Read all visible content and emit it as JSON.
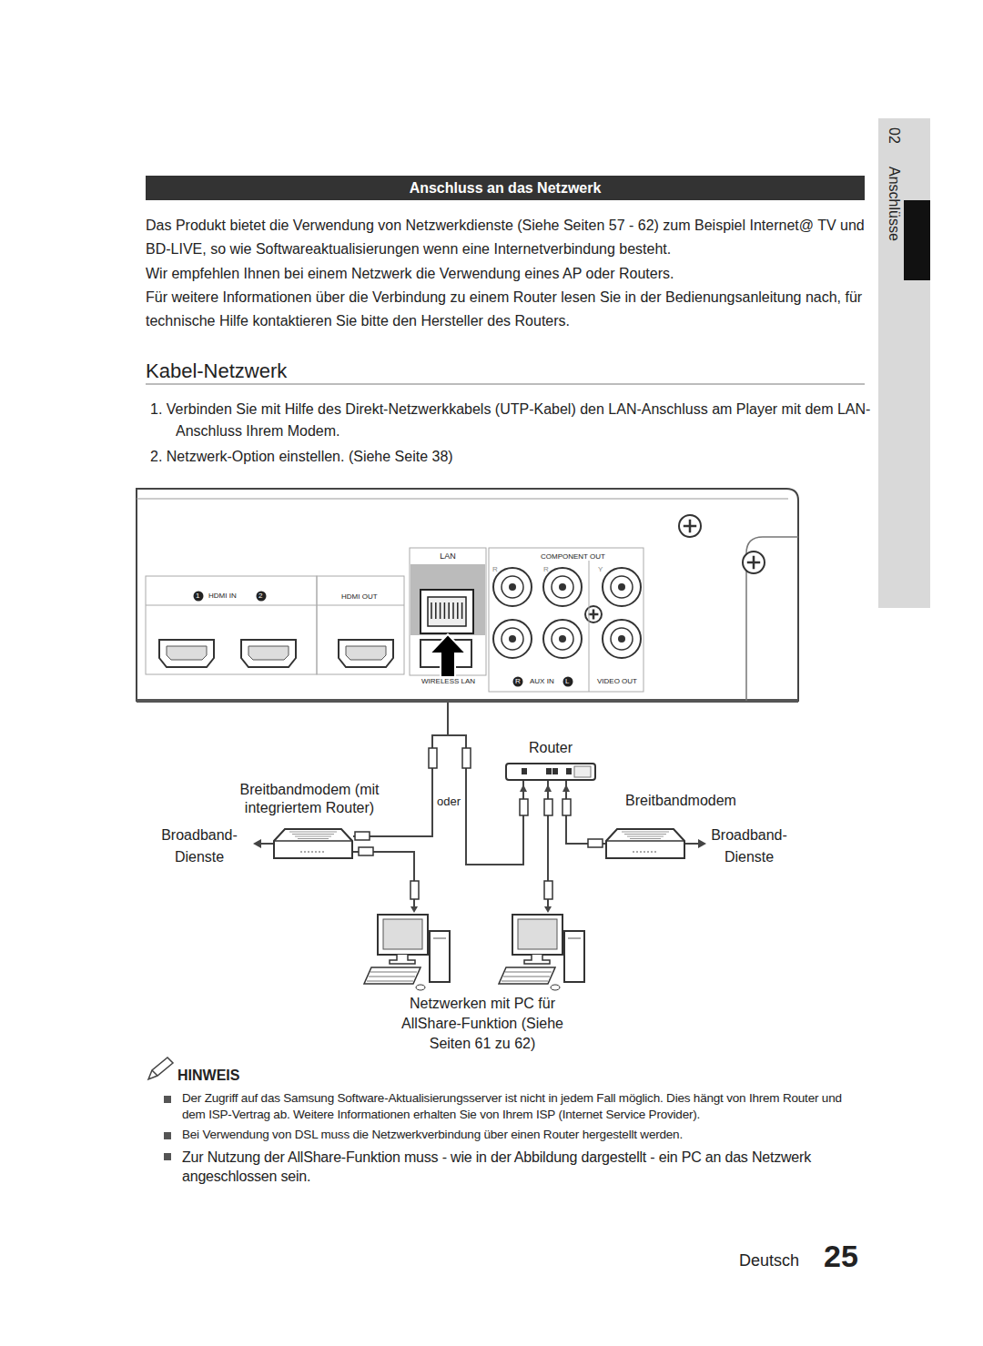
{
  "diagram": {
    "title": "Anschluss an das Netzwerk",
    "nodes": [
      {
        "text": [
          "LAN"
        ]
      },
      {
        "text": [
          "Breitbandmodem (mit integriertem Router)"
        ]
      },
      {
        "text": [
          "Router"
        ]
      },
      {
        "text": [
          "Breitbandmodem"
        ]
      }
    ],
    "edges": [
      {
        "from": 0,
        "to": 1,
        "arrow": "none"
      },
      {
        "from": 0,
        "to": 2,
        "arrow": "none"
      },
      {
        "from": 2,
        "to": 3,
        "arrow": "none"
      }
    ],
    "labels": [
      "02",
      "Anschlüsse",
      "Das Produkt bietet die Verwendung von Netzwerkdienste (Siehe Seiten 57 - 62) zum Beispiel Internet@ TV und BD-LIVE, so wie Softwareaktualisierungen wenn eine Internetverbindung besteht.",
      "Wir empfehlen Ihnen bei einem Netzwerk die Verwendung eines AP oder Routers.",
      "Für weitere Informationen über die Verbindung zu einem Router lesen Sie in der Bedienungsanleitung nach, für technische Hilfe kontaktieren Sie bitte den Hersteller des Routers.",
      "Kabel-Netzwerk",
      "1. Verbinden Sie mit Hilfe des Direkt-Netzwerkkabels (UTP-Kabel) den LAN-Anschluss am Player mit dem LAN-Anschluss Ihrem Modem.",
      "2. Netzwerk-Option einstellen. (Siehe Seite 38)",
      "1",
      "HDMI IN",
      "2",
      "HDMI OUT",
      "COMPONENT OUT",
      "R",
      "R",
      "Y",
      "WIRELESS LAN",
      "R",
      "AUX IN",
      "L",
      "VIDEO OUT",
      "oder",
      "Broadband- Dienste",
      "Broadband- Dienste",
      "Netzwerken mit PC für AllShare-Funktion (Siehe Seiten 61 zu 62)",
      "HINWEIS",
      "Der Zugriff auf das Samsung Software-Aktualisierungsserver ist nicht in jedem Fall möglich. Dies hängt von Ihrem Router und dem ISP-Vertrag ab. Weitere Informationen erhalten Sie von Ihrem ISP (Internet Service Provider).",
      "Bei Verwendung von DSL muss die Netzwerkverbindung über einen Router hergestellt werden.",
      "Zur Nutzung der AllShare-Funktion muss - wie in der Abbildung dargestellt - ein PC an das Netzwerk angeschlossen sein.",
      "Deutsch",
      "25"
    ]
  }
}
